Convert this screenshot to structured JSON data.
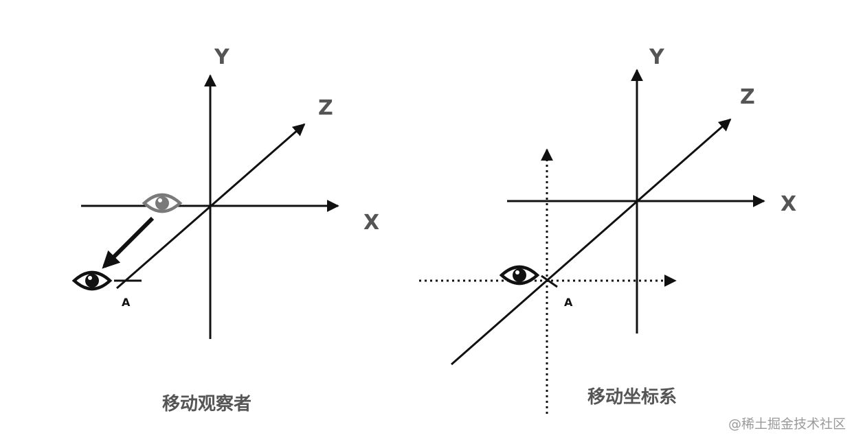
{
  "left_diagram": {
    "y_label": "Y",
    "z_label": "Z",
    "x_label": "X",
    "point_label": "A",
    "caption": "移动观察者"
  },
  "right_diagram": {
    "y_label": "Y",
    "z_label": "Z",
    "x_label": "X",
    "point_label": "A",
    "caption": "移动坐标系"
  },
  "watermark": "@稀土掘金技术社区",
  "colors": {
    "line": "#111111",
    "label": "#555555",
    "faded_eye": "#7a7a7a",
    "watermark": "#9a9a9a"
  }
}
